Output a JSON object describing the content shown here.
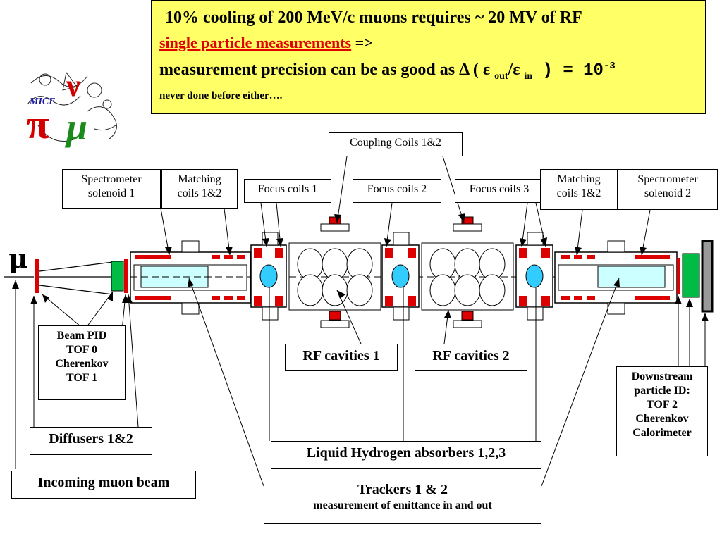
{
  "header": {
    "line1": "10% cooling of 200 MeV/c muons requires ~ 20 MV of RF",
    "line2_red": " single particle measurements",
    "line2_rest": " =>",
    "line3_a": " measurement precision can be as good as Δ ( ε ",
    "line3_out": "out",
    "line3_b": "/ε ",
    "line3_in": "in",
    "line3_c": " ) = 10",
    "line3_exp": "-3",
    "line4": "never done before either…."
  },
  "logo": {
    "text": "MICE",
    "pi": "π",
    "nu": "ν",
    "mu": "μ",
    "colors": {
      "pi": "#d40000",
      "nu": "#d40000",
      "mu": "#1a8a1a",
      "text": "#1a1aa0"
    }
  },
  "labels": {
    "coupling_coils": "Coupling Coils 1&2",
    "spectrometer_1": [
      "Spectrometer",
      "solenoid 1"
    ],
    "matching_1": [
      "Matching",
      "coils 1&2"
    ],
    "focus_1": "Focus coils 1",
    "focus_2": "Focus coils 2",
    "focus_3": "Focus coils 3",
    "matching_2": [
      "Matching",
      "coils 1&2"
    ],
    "spectrometer_2": [
      "Spectrometer",
      "solenoid 2"
    ],
    "mu_symbol": "μ",
    "beam_pid": [
      "Beam PID",
      "TOF 0",
      "Cherenkov",
      "TOF 1"
    ],
    "rf_cavities_1": "RF cavities 1",
    "rf_cavities_2": "RF cavities 2",
    "downstream": [
      "Downstream",
      "particle ID:",
      "TOF 2",
      "Cherenkov",
      "Calorimeter"
    ],
    "diffusers": "Diffusers 1&2",
    "lh2": "Liquid Hydrogen absorbers 1,2,3",
    "incoming": "Incoming muon beam",
    "trackers_title": "Trackers 1 & 2",
    "trackers_sub": "measurement of emittance in and out"
  },
  "colors": {
    "highlight": "#ffff66",
    "coil_red": "#dd0000",
    "absorber_blue": "#33ccff",
    "tracker_cyan": "#ccffff",
    "detector_green": "#00bb44",
    "warning_red": "#e00000"
  }
}
